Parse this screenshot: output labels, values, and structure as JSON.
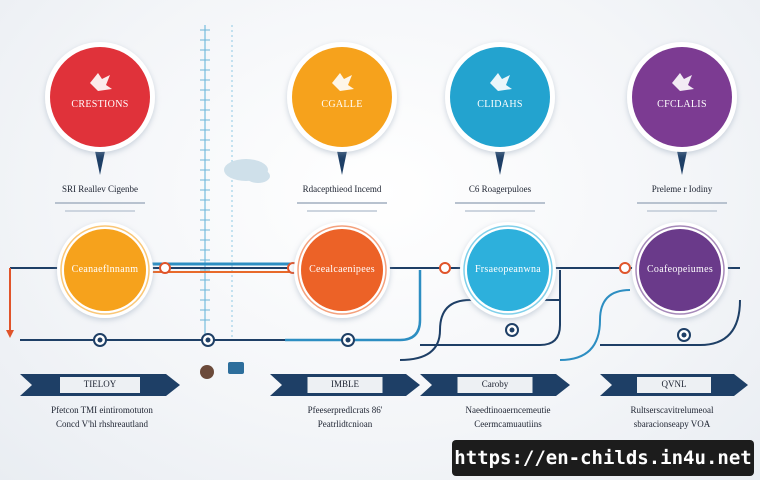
{
  "diagram": {
    "colors": {
      "red": "#e0323a",
      "orange": "#f6a21c",
      "blue": "#23a3cf",
      "purple": "#7c3b92",
      "navy": "#1e3f66",
      "deep_orange": "#ec6227",
      "light_blue": "#2db0dc",
      "violet": "#6a3a8a"
    },
    "top_circles": [
      {
        "text": "CRESTIONS",
        "icon": "bird-icon",
        "color": "red"
      },
      {
        "text": "CGALLE",
        "icon": "ship-icon",
        "color": "orange"
      },
      {
        "text": "CLIDAHS",
        "icon": "flag-icon",
        "color": "blue"
      },
      {
        "text": "CFCLALIS",
        "icon": "fox-icon",
        "color": "purple"
      }
    ],
    "captions": [
      "SRI  Reallev Cigenbe",
      "Rdacepthieod Incemd",
      "C6  Roagerpuloes",
      "Preleme  r Iodiny"
    ],
    "mid_circles": [
      {
        "text": "Ceanaeflnnanm",
        "color": "orange"
      },
      {
        "text": "Ceealcaenipees",
        "color": "deep_orange"
      },
      {
        "text": "Frsaeopeanwna",
        "color": "light_blue"
      },
      {
        "text": "Coafeopeiumes",
        "color": "violet"
      }
    ],
    "chevrons": [
      "TIELOY",
      "IMBLE",
      "Caroby",
      "QVNL"
    ],
    "descriptions": [
      [
        "Pfetcon  TMI  eintiromotuton",
        "Concd  V'hl  rhshreautland"
      ],
      [
        "Pfeeserpredlcrats  86'",
        "Peatrlidtcnioan"
      ],
      [
        "Naeedtinoaerncemeutie",
        "Ceermcamuautiins"
      ],
      [
        "Rultserscavitrelumeoal",
        "sbaracionseapy  VOA"
      ]
    ]
  },
  "watermark": "https://en-childs.in4u.net"
}
